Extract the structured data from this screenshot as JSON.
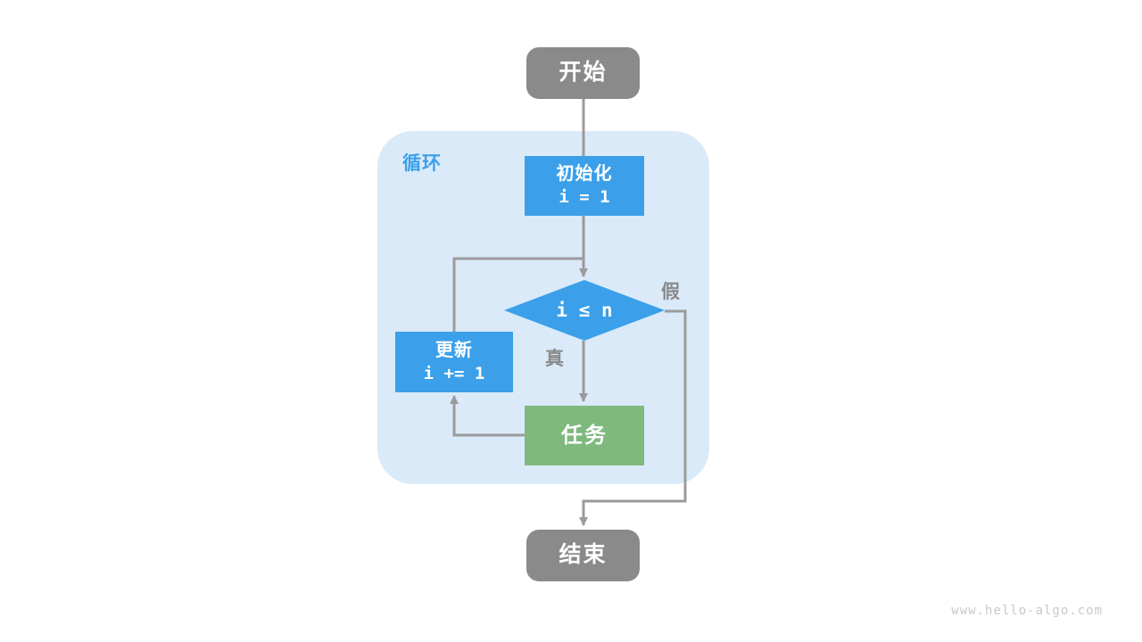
{
  "diagram": {
    "loop_label": "循环",
    "nodes": {
      "start": {
        "label": "开始"
      },
      "init": {
        "title": "初始化",
        "code": "i = 1"
      },
      "cond": {
        "code": "i ≤ n"
      },
      "update": {
        "title": "更新",
        "code": "i += 1"
      },
      "task": {
        "label": "任务"
      },
      "end": {
        "label": "结束"
      }
    },
    "edge_labels": {
      "true_branch": "真",
      "false_branch": "假"
    },
    "colors": {
      "process_blue": "#3ba0e9",
      "task_green": "#7fb97e",
      "terminal_gray": "#8a8a8a",
      "edge_gray": "#9b9b9b",
      "loop_bg": "#daeaf8",
      "label_gray": "#8a8a8a",
      "watermark_gray": "#c9c9c9"
    }
  },
  "watermark": "www.hello-algo.com"
}
